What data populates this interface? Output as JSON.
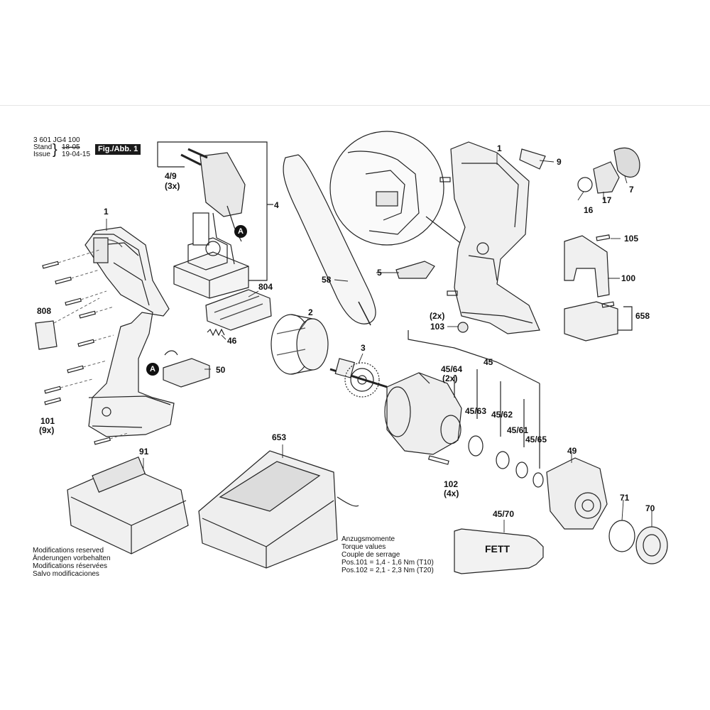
{
  "header": {
    "part_number": "3 601 JG4 100",
    "stand_label": "Stand",
    "issue_label": "Issue",
    "stand_date": "18-05",
    "issue_date": "19-04-15",
    "figure": "Fig./Abb. 1"
  },
  "callouts": {
    "c1a": "1",
    "c1b": "1",
    "c2": "2",
    "c3": "3",
    "c4": "4",
    "c4_9": "4/9",
    "c3x": "(3x)",
    "c5": "5",
    "c7": "7",
    "c9": "9",
    "c16": "16",
    "c17": "17",
    "c45": "45",
    "c45_64": "45/64",
    "c2x_a": "(2x)",
    "c45_63": "45/63",
    "c45_62": "45/62",
    "c45_61": "45/61",
    "c45_65": "45/65",
    "c45_70": "45/70",
    "c46": "46",
    "c49": "49",
    "c50": "50",
    "c58": "58",
    "c70": "70",
    "c71": "71",
    "c91": "91",
    "c100": "100",
    "c101": "101",
    "c9x": "(9x)",
    "c102": "102",
    "c4x": "(4x)",
    "c103": "103",
    "c2x_b": "(2x)",
    "c105": "105",
    "c653": "653",
    "c658": "658",
    "c804": "804",
    "c808": "808",
    "cA1": "A",
    "cA2": "A"
  },
  "tube_label": "FETT",
  "torque": {
    "line1": "Anzugsmomente",
    "line2": "Torque values",
    "line3": "Couple de serrage",
    "line4": "Pos.101 = 1,4 - 1,6 Nm (T10)",
    "line5": "Pos.102 = 2,1 - 2,3 Nm (T20)"
  },
  "modifications": {
    "line1": "Modifications reserved",
    "line2": "Änderungen vorbehalten",
    "line3": "Modifications réservées",
    "line4": "Salvo modificaciones"
  }
}
